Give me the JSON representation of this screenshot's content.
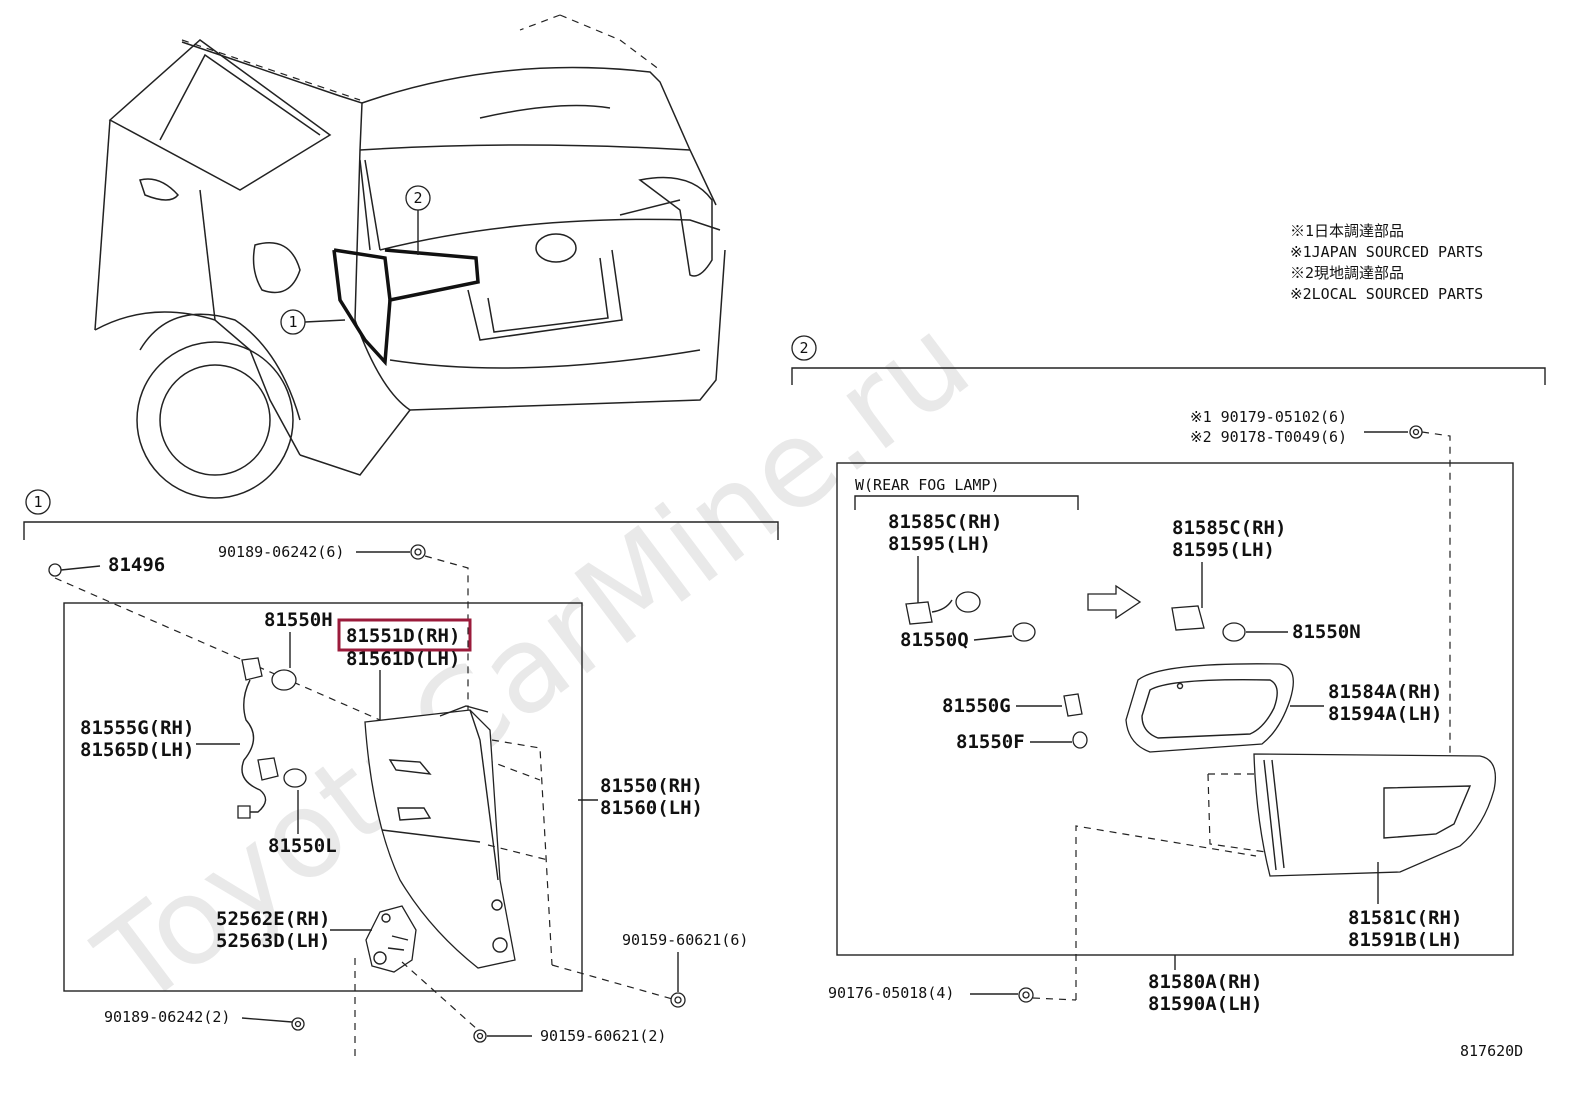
{
  "watermark": "ToyotaCarMine.ru",
  "notes": [
    "※1日本調達部品",
    "※1JAPAN SOURCED PARTS",
    "※2現地調達部品",
    "※2LOCAL SOURCED PARTS"
  ],
  "callouts": {
    "one": "1",
    "two": "2"
  },
  "section_1": {
    "parts": {
      "p81496": "81496",
      "p90189_06242_6": "90189-06242(6)",
      "p81550H": "81550H",
      "p81551D": "81551D(RH)",
      "p81561D": "81561D(LH)",
      "p81555G": "81555G(RH)",
      "p81565D": "81565D(LH)",
      "p81550RH": "81550(RH)",
      "p81560LH": "81560(LH)",
      "p81550L": "81550L",
      "p52562E": "52562E(RH)",
      "p52563D": "52563D(LH)",
      "p90159_60621_6": "90159-60621(6)",
      "p90189_06242_2": "90189-06242(2)",
      "p90159_60621_2": "90159-60621(2)"
    },
    "highlighted_part": "81551D(RH)"
  },
  "section_2": {
    "sub_label": "W(REAR FOG LAMP)",
    "parts": {
      "p90179": "※1 90179-05102(6)",
      "p90178": "※2 90178-T0049(6)",
      "p81585C_a": "81585C(RH)",
      "p81595_a": "81595(LH)",
      "p81550Q": "81550Q",
      "p81585C_b": "81585C(RH)",
      "p81595_b": "81595(LH)",
      "p81550N": "81550N",
      "p81550G": "81550G",
      "p81550F": "81550F",
      "p81584A": "81584A(RH)",
      "p81594A": "81594A(LH)",
      "p81581C": "81581C(RH)",
      "p81591B": "81591B(LH)",
      "p90176": "90176-05018(4)",
      "p81580A": "81580A(RH)",
      "p81590A": "81590A(LH)"
    }
  },
  "figure_id": "817620D"
}
